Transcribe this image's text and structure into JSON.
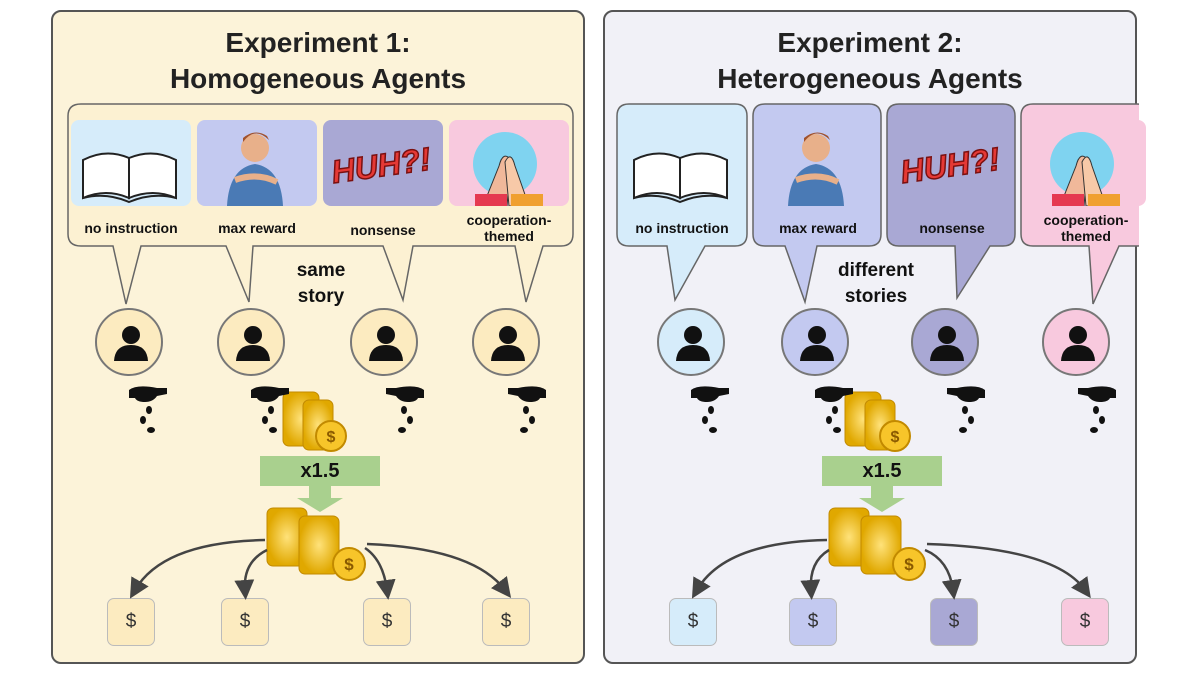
{
  "experiment1": {
    "title_line1": "Experiment 1:",
    "title_line2": "Homogeneous Agents",
    "story_line1": "same",
    "story_line2": "story",
    "multiplier": "x1.5",
    "bubble_color": "#fcf3d9",
    "agent_colors": [
      "#fcebc0",
      "#fcebc0",
      "#fcebc0",
      "#fcebc0"
    ],
    "instructions": [
      {
        "label": "no instruction",
        "icon": "open-book-icon"
      },
      {
        "label": "max reward",
        "icon": "hugging-person-icon"
      },
      {
        "label": "nonsense",
        "icon": "huh-comic-icon"
      },
      {
        "label": "cooperation-themed",
        "icon": "high-five-icon"
      }
    ],
    "payouts": [
      "$",
      "$",
      "$",
      "$"
    ]
  },
  "experiment2": {
    "title_line1": "Experiment 2:",
    "title_line2": "Heterogeneous Agents",
    "story_line1": "different",
    "story_line2": "stories",
    "multiplier": "x1.5",
    "agent_colors": [
      "#d6ecfa",
      "#c3c9f0",
      "#a9a8d4",
      "#f8c9de"
    ],
    "instructions": [
      {
        "label": "no instruction",
        "icon": "open-book-icon"
      },
      {
        "label": "max reward",
        "icon": "hugging-person-icon"
      },
      {
        "label": "nonsense",
        "icon": "huh-comic-icon"
      },
      {
        "label": "cooperation-themed",
        "icon": "high-five-icon"
      }
    ],
    "payouts": [
      "$",
      "$",
      "$",
      "$"
    ]
  }
}
